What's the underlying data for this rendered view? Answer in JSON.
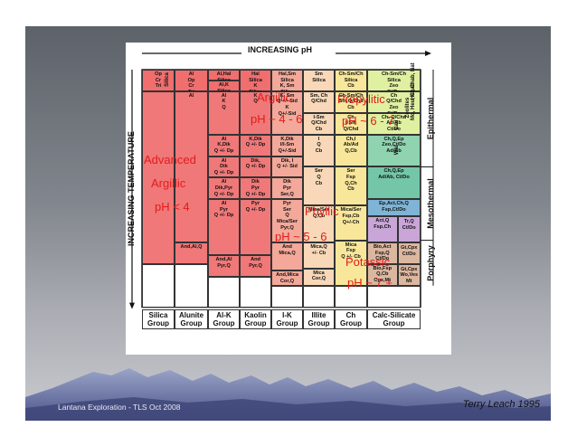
{
  "axis": {
    "top": "INCREASING pH",
    "left": "INCREASING TEMPERATURE"
  },
  "side_labels": {
    "epithermal": "Epithermal",
    "mesothermal": "Mesothermal",
    "porphyry": "Porphyry"
  },
  "columns": [
    {
      "name": "Silica\nGroup",
      "color": "#f08a8a"
    },
    {
      "name": "Alunite\nGroup",
      "color": "#f08a8a"
    },
    {
      "name": "Al-K\nGroup",
      "color": "#f08a8a"
    },
    {
      "name": "Kaolin\nGroup",
      "color": "#f08a8a"
    },
    {
      "name": "I-K\nGroup",
      "color": "#f2b3a8"
    },
    {
      "name": "Illite\nGroup",
      "color": "#f6d5b8"
    },
    {
      "name": "Ch\nGroup",
      "color": "#f8e79a"
    },
    {
      "name": "Calc-Silicate\nGroup",
      "color": "#dfeea2"
    }
  ],
  "cells": [
    {
      "col": 0,
      "r0": 0,
      "r1": 1,
      "text": "Op\nCr\nTri",
      "bg": "#f06e6e"
    },
    {
      "col": 0,
      "r0": 1,
      "r1": 9,
      "text": "",
      "bg": "#f07878"
    },
    {
      "col": 0,
      "r0": 9,
      "r1": 11,
      "text": "",
      "bg": "#ffffff"
    },
    {
      "col": 1,
      "r0": 0,
      "r1": 1,
      "text": "Al\nOp\nCr\nTri",
      "bg": "#f06e6e"
    },
    {
      "col": 1,
      "r0": 1,
      "r1": 8,
      "text": "Al",
      "bg": "#f07878"
    },
    {
      "col": 1,
      "r0": 8,
      "r1": 9,
      "text": "And,Al,Q",
      "bg": "#f07878"
    },
    {
      "col": 1,
      "r0": 9,
      "r1": 11,
      "text": "",
      "bg": "#ffffff"
    },
    {
      "col": 2,
      "r0": 0,
      "r1": 0.5,
      "text": "Al,Hal\nSilica",
      "bg": "#f06e6e"
    },
    {
      "col": 2,
      "r0": 0.5,
      "r1": 1,
      "text": "Al,K\nSilica",
      "bg": "#f06e6e"
    },
    {
      "col": 2,
      "r0": 1,
      "r1": 3,
      "text": "Al\nK\nQ",
      "bg": "#f07878"
    },
    {
      "col": 2,
      "r0": 3,
      "r1": 4,
      "text": "Al\nK,Dik\nQ +/- Dp",
      "bg": "#f07878"
    },
    {
      "col": 2,
      "r0": 4,
      "r1": 5,
      "text": "Al\nDik\nQ +/- Dp",
      "bg": "#f07878"
    },
    {
      "col": 2,
      "r0": 5,
      "r1": 6,
      "text": "Al\nDik,Pyr\nQ +/- Dp",
      "bg": "#f07878"
    },
    {
      "col": 2,
      "r0": 6,
      "r1": 8.6,
      "text": "Al\nPyr\nQ +/- Dp",
      "bg": "#f07878"
    },
    {
      "col": 2,
      "r0": 8.6,
      "r1": 9.6,
      "text": "And,Al\nPyr,Q",
      "bg": "#f07878"
    },
    {
      "col": 2,
      "r0": 9.6,
      "r1": 11,
      "text": "",
      "bg": "#ffffff"
    },
    {
      "col": 3,
      "r0": 0,
      "r1": 1,
      "text": "Hal\nSilica\nK\nSilica",
      "bg": "#f06e6e"
    },
    {
      "col": 3,
      "r0": 1,
      "r1": 3,
      "text": "K\nQ",
      "bg": "#f07878"
    },
    {
      "col": 3,
      "r0": 3,
      "r1": 4,
      "text": "K,Dik\nQ +/- Dp",
      "bg": "#f07878"
    },
    {
      "col": 3,
      "r0": 4,
      "r1": 5,
      "text": "Dik,\nQ +/- Dp",
      "bg": "#f07878"
    },
    {
      "col": 3,
      "r0": 5,
      "r1": 6,
      "text": "Dik\nPyr\nQ +/- Dp",
      "bg": "#f07878"
    },
    {
      "col": 3,
      "r0": 6,
      "r1": 8.6,
      "text": "Pyr\nQ +/- Dp",
      "bg": "#f07878"
    },
    {
      "col": 3,
      "r0": 8.6,
      "r1": 9.6,
      "text": "And\nPyr,Q",
      "bg": "#f07878"
    },
    {
      "col": 3,
      "r0": 9.6,
      "r1": 11,
      "text": "",
      "bg": "#ffffff"
    },
    {
      "col": 4,
      "r0": 0,
      "r1": 1,
      "text": "Hal,Sm\nSilica\nK, Sm\nSilica\n+/- Sid",
      "bg": "#f3a899"
    },
    {
      "col": 4,
      "r0": 1,
      "r1": 3,
      "text": "K, Sm\nQ +/- Sid\nK\nQ+/-Sid",
      "bg": "#f3a899"
    },
    {
      "col": 4,
      "r0": 3,
      "r1": 4,
      "text": "K,Dik\nI/I-Sm\nQ+/-Sid",
      "bg": "#f3a899"
    },
    {
      "col": 4,
      "r0": 4,
      "r1": 5,
      "text": "Dik, I\nQ +/- Sid",
      "bg": "#f3a899"
    },
    {
      "col": 4,
      "r0": 5,
      "r1": 6,
      "text": "Dik\nPyr\nSer,Q",
      "bg": "#f3a899"
    },
    {
      "col": 4,
      "r0": 6,
      "r1": 8,
      "text": "Pyr\nSer\nQ\nMica/Ser\nPyr,Q",
      "bg": "#f3a899"
    },
    {
      "col": 4,
      "r0": 8,
      "r1": 9.3,
      "text": "And\nMica,Q",
      "bg": "#f3a899"
    },
    {
      "col": 4,
      "r0": 9.3,
      "r1": 10,
      "text": "And,Mica\nCor,Q",
      "bg": "#f3a899"
    },
    {
      "col": 4,
      "r0": 10,
      "r1": 11,
      "text": "",
      "bg": "#ffffff"
    },
    {
      "col": 5,
      "r0": 0,
      "r1": 1,
      "text": "Sm\nSilica",
      "bg": "#f8d8b8"
    },
    {
      "col": 5,
      "r0": 1,
      "r1": 2,
      "text": "Sm, Ch\nQ/Chd",
      "bg": "#f8d8b8"
    },
    {
      "col": 5,
      "r0": 2,
      "r1": 3,
      "text": "I-Sm\nQ/Chd\nCb",
      "bg": "#f8d8b8"
    },
    {
      "col": 5,
      "r0": 3,
      "r1": 4.5,
      "text": "I\nQ\nCb",
      "bg": "#f8d8b8"
    },
    {
      "col": 5,
      "r0": 4.5,
      "r1": 6.3,
      "text": "Ser\nQ\nCb",
      "bg": "#f8d8b8"
    },
    {
      "col": 5,
      "r0": 6.3,
      "r1": 8,
      "text": "Mica/Ser\nQ,Cb",
      "bg": "#f8d8b8"
    },
    {
      "col": 5,
      "r0": 8,
      "r1": 9.2,
      "text": "Mica,Q\n+/- Cb",
      "bg": "#f8d8b8"
    },
    {
      "col": 5,
      "r0": 9.2,
      "r1": 10,
      "text": "Mica\nCor,Q",
      "bg": "#f8d8b8"
    },
    {
      "col": 5,
      "r0": 10,
      "r1": 11,
      "text": "",
      "bg": "#ffffff"
    },
    {
      "col": 6,
      "r0": 0,
      "r1": 1,
      "text": "Ch-Sm/Ch\nSilica\nCb",
      "bg": "#f8e79a"
    },
    {
      "col": 6,
      "r0": 1,
      "r1": 2,
      "text": "Ch-Sm/Ch\nSm,Q/Chd\nCb",
      "bg": "#f8e79a"
    },
    {
      "col": 6,
      "r0": 2,
      "r1": 3,
      "text": "Ch\nI-Sm\nQ/Chd",
      "bg": "#f8e79a"
    },
    {
      "col": 6,
      "r0": 3,
      "r1": 4.5,
      "text": "Ch,I\nAb/Ad\nQ,Cb",
      "bg": "#f8e79a"
    },
    {
      "col": 6,
      "r0": 4.5,
      "r1": 6.3,
      "text": "Ser\nFsp\nQ,Ch\nCb",
      "bg": "#f8e79a"
    },
    {
      "col": 6,
      "r0": 6.3,
      "r1": 7.9,
      "text": "Mica/Ser\nFsp,Cb\nQ+/-Ch",
      "bg": "#f8e79a"
    },
    {
      "col": 6,
      "r0": 7.9,
      "r1": 10,
      "text": "Mica\nFsp\nQ +/- Cb",
      "bg": "#f8e79a"
    },
    {
      "col": 6,
      "r0": 10,
      "r1": 11,
      "text": "",
      "bg": "#ffffff"
    },
    {
      "col": 7,
      "r0": 0,
      "r1": 1,
      "text": "Ch-Sm/Ch\nSilica\nZeo\nCt/Do",
      "bg": "#dff0a0"
    },
    {
      "col": 7,
      "r0": 1,
      "r1": 2,
      "text": "Ch\nQ/Chd\nZeo\nCt/Do",
      "bg": "#dff0a0"
    },
    {
      "col": 7,
      "r0": 2,
      "r1": 3,
      "text": "Ch, Q/Chd\nAd/Ab\nCt/Do",
      "bg": "#dff0a0"
    },
    {
      "col": 7,
      "r0": 3,
      "r1": 4.5,
      "text": "Ch,Q,Ep\nZeo,Ct/Do\nAd/Ab",
      "bg": "#8fd3b0"
    },
    {
      "col": 7,
      "r0": 4.5,
      "r1": 6.0,
      "text": "Ch,Q,Ep\nAd/Ab, Ct/Do",
      "bg": "#74c6a8"
    },
    {
      "col": 7,
      "r0": 6.0,
      "r1": 6.8,
      "text": "Ep,Act,Ch,Q\nFsp,Ct/Do",
      "bg": "#7fb4d6"
    },
    {
      "col": 7,
      "r0": 6.8,
      "r1": 8.0,
      "text": "Act,Q\nFsp,Ch",
      "bg": "#c9a5d8"
    },
    {
      "col": 7,
      "r0": 8.0,
      "r1": 9.0,
      "text": "Bio,Act\nFsp,Q\nCt/Do",
      "bg": "#dcb7a0"
    },
    {
      "col": 7,
      "r0": 9.0,
      "r1": 10,
      "text": "Bio,Fsp\nQ,Cb\nCpx,Mt",
      "bg": "#dcb7a0"
    },
    {
      "col": 7,
      "r0": 10,
      "r1": 11,
      "text": "",
      "bg": "#ffffff"
    }
  ],
  "extra_cells": [
    {
      "text": "Tr,Q\nCt/Do",
      "bg": "#c9a5d8"
    },
    {
      "text": "Gt,Cpx\nCt/Do",
      "bg": "#dcb7a0"
    },
    {
      "text": "Gt,Cpx\nWo,Ves\nMt",
      "bg": "#dcb7a0"
    }
  ],
  "vertical_tags": {
    "silica": "Silica",
    "hal": "Hal, Chab, Nat",
    "heu": "Mo, Heu, Chab",
    "zeolites": "Zeolites",
    "lau": "Lau",
    "wai": "Wai"
  },
  "annotations": {
    "argillic": "Argillic",
    "argillic_ph": "pH ~ 4 - 6",
    "propylitic": "Propylitic",
    "propylitic_ph": "pH ~ 6 - 7",
    "advanced": "Advanced",
    "advanced_argillic": "Argillic",
    "advanced_ph": "pH < 4",
    "phyllic": "Phyllic",
    "phyllic_ph": "pH ~ 5 - 6",
    "potassic": "Potassic",
    "potassic_ph": "pH ~ 7 +"
  },
  "footer": {
    "left": "Lantana Exploration - TLS Oct 2008",
    "right": "Terry Leach 1995"
  },
  "colors": {
    "annotation": "#e31b1b"
  }
}
